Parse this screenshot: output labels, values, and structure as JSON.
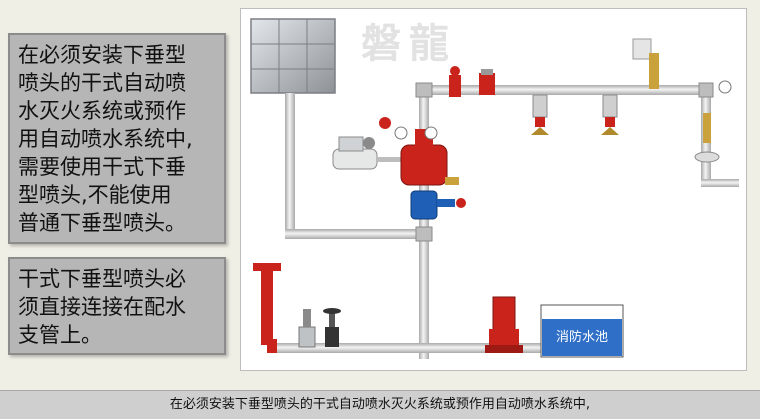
{
  "notes": {
    "note1": "在必须安装下垂型\n喷头的干式自动喷\n水灭火系统或预作\n用自动喷水系统中,\n需要使用干式下垂\n型喷头,不能使用\n普通下垂型喷头。",
    "note2": "干式下垂型喷头必\n须直接连接在配水\n支管上。"
  },
  "diagram": {
    "watermark": "磐龍",
    "pool_label": "消防水池"
  },
  "caption": "在必须安装下垂型喷头的干式自动喷水灭火系统或预作用自动喷水系统中,",
  "colors": {
    "pipe": "#d9d9d9",
    "pipe_edge": "#9a9a9a",
    "valve_red": "#c9231b",
    "valve_blue": "#1f5fb6",
    "pool_blue": "#2f6fc7",
    "tank_gray": "#b9bcc0"
  }
}
